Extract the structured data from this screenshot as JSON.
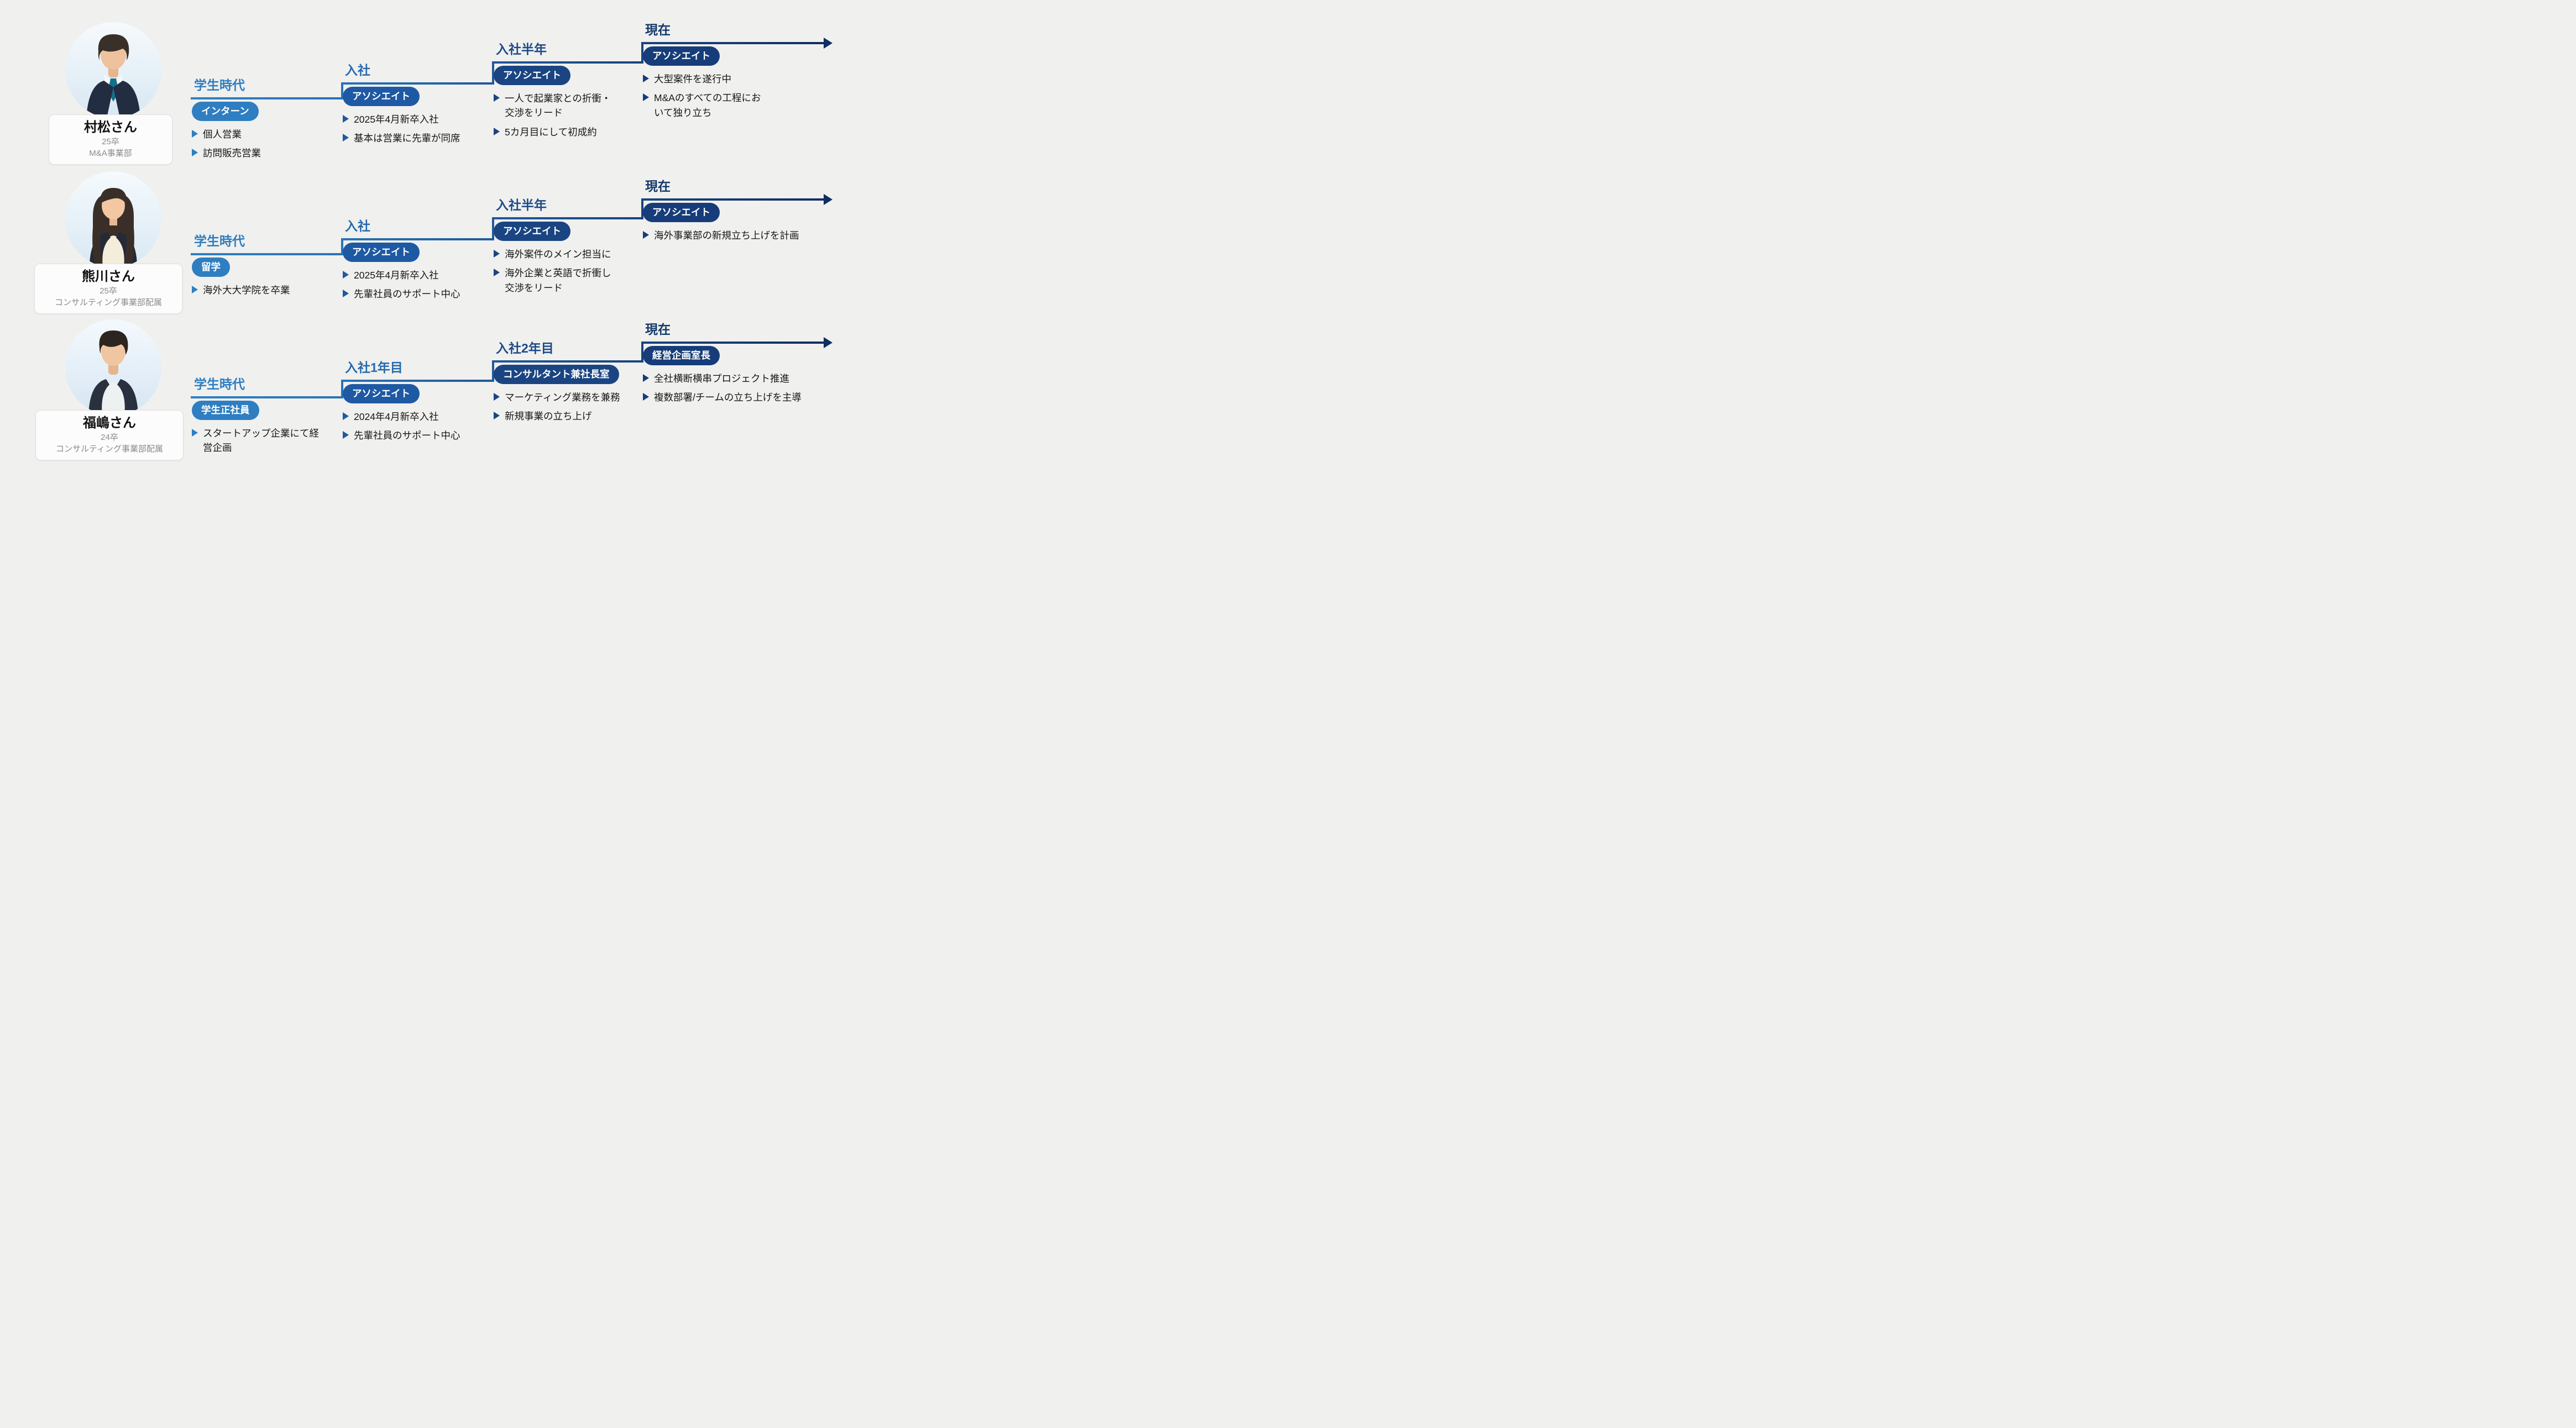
{
  "colors": {
    "background": "#f0f0ee",
    "card_bg": "#fcfcfd",
    "card_border": "#e2e2e2",
    "name_text": "#111111",
    "subtitle_text": "#8b8b8b",
    "bullet_text": "#161616",
    "timeline_start": "#2F80C3",
    "timeline_end": "#0F2E63"
  },
  "stage_colors": [
    {
      "label": "#2E7EC1",
      "badge": "#2E7EC1"
    },
    {
      "label": "#2569AF",
      "badge": "#1E59A4"
    },
    {
      "label": "#1C4A89",
      "badge": "#1A4582"
    },
    {
      "label": "#123769",
      "badge": "#163D79"
    }
  ],
  "people": [
    {
      "name": "村松さん",
      "grad_year": "25卒",
      "department": "M&A事業部",
      "stages": [
        {
          "label": "学生時代",
          "badge": "インターン",
          "bullets": [
            "個人営業",
            "訪問販売営業"
          ]
        },
        {
          "label": "入社",
          "badge": "アソシエイト",
          "bullets": [
            "2025年4月新卒入社",
            "基本は営業に先輩が同席"
          ]
        },
        {
          "label": "入社半年",
          "badge": "アソシエイト",
          "bullets": [
            "一人で起業家との折衝・\n交渉をリード",
            "5カ月目にして初成約"
          ]
        },
        {
          "label": "現在",
          "badge": "アソシエイト",
          "bullets": [
            "大型案件を遂行中",
            "M&Aのすべての工程にお\nいて独り立ち"
          ]
        }
      ]
    },
    {
      "name": "熊川さん",
      "grad_year": "25卒",
      "department": "コンサルティング事業部配属",
      "stages": [
        {
          "label": "学生時代",
          "badge": "留学",
          "bullets": [
            "海外大大学院を卒業"
          ]
        },
        {
          "label": "入社",
          "badge": "アソシエイト",
          "bullets": [
            "2025年4月新卒入社",
            "先輩社員のサポート中心"
          ]
        },
        {
          "label": "入社半年",
          "badge": "アソシエイト",
          "bullets": [
            "海外案件のメイン担当に",
            "海外企業と英語で折衝し\n交渉をリード"
          ]
        },
        {
          "label": "現在",
          "badge": "アソシエイト",
          "bullets": [
            "海外事業部の新規立ち上げを計画"
          ]
        }
      ]
    },
    {
      "name": "福嶋さん",
      "grad_year": "24卒",
      "department": "コンサルティング事業部配属",
      "stages": [
        {
          "label": "学生時代",
          "badge": "学生正社員",
          "bullets": [
            "スタートアップ企業にて経\n営企画"
          ]
        },
        {
          "label": "入社1年目",
          "badge": "アソシエイト",
          "bullets": [
            "2024年4月新卒入社",
            "先輩社員のサポート中心"
          ]
        },
        {
          "label": "入社2年目",
          "badge": "コンサルタント兼社長室",
          "bullets": [
            "マーケティング業務を兼務",
            "新規事業の立ち上げ"
          ]
        },
        {
          "label": "現在",
          "badge": "経営企画室長",
          "bullets": [
            "全社横断横串プロジェクト推進",
            "複数部署/チームの立ち上げを主導"
          ]
        }
      ]
    }
  ]
}
